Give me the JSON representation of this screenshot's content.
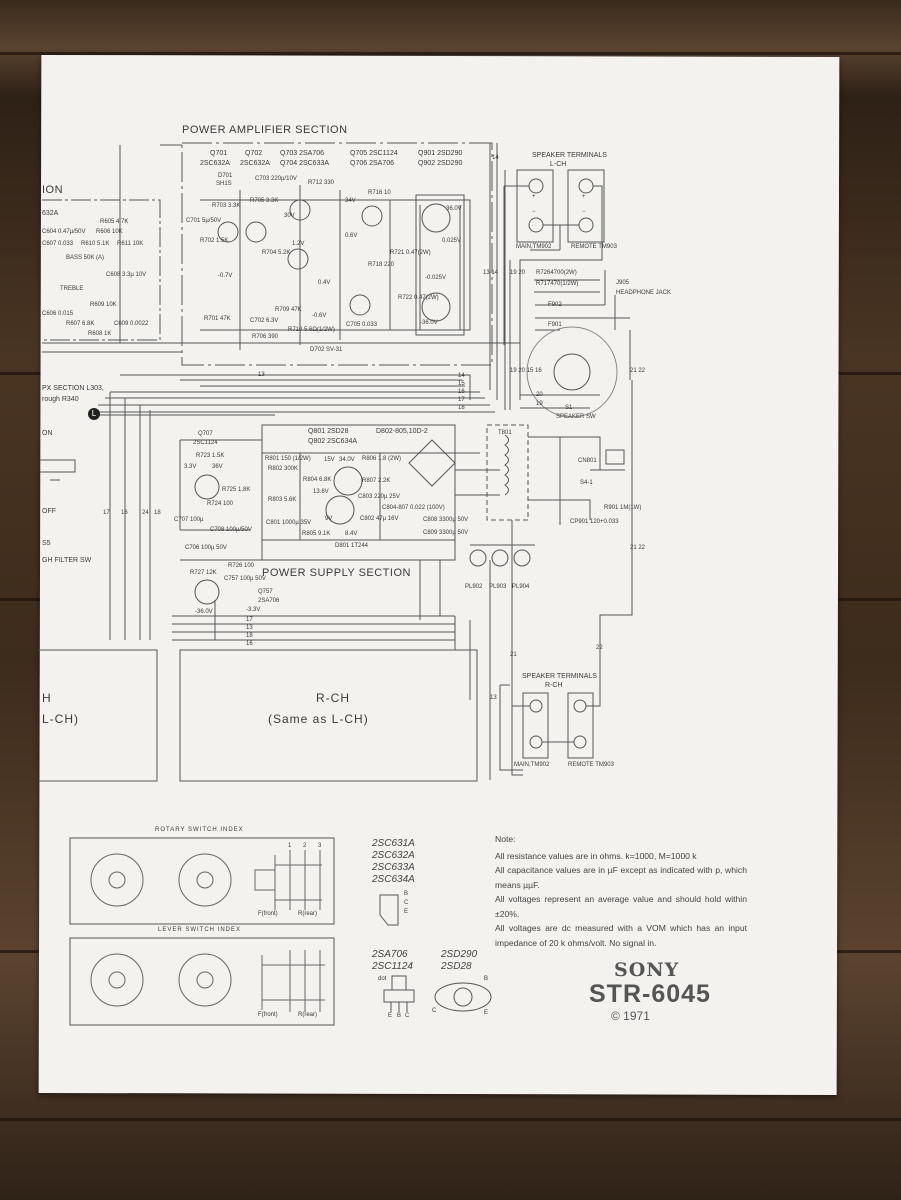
{
  "colors": {
    "paper": "#f3f2ee",
    "ink": "#3a3a3a",
    "wood": "#4a3523"
  },
  "left_fragment": {
    "section": "ION",
    "part": "632A",
    "mpx": "PX SECTION L303,",
    "mpx2": "rough R340",
    "on": "ON",
    "off": "OFF",
    "switch": "S5",
    "filter": "GH FILTER SW",
    "lch_box1": "H",
    "lch_box2": "L-CH)",
    "marker": "L"
  },
  "power_amp": {
    "title": "POWER AMPLIFIER SECTION",
    "transistors": [
      "Q701",
      "2SC632A",
      "Q702",
      "2SC632A",
      "Q703 2SA706",
      "Q704 2SC633A",
      "Q705 2SC1124",
      "Q706 2SA706",
      "Q901 2SD290",
      "Q902 2SD290"
    ],
    "parts": [
      "D701",
      "SH1S",
      "C703 220µ/10V",
      "R712 330",
      "R703 3.3K",
      "R705 3.3K",
      "C701 5µ/50V",
      "R702 1.5K",
      "R704 5.2K",
      "R709 47K",
      "C702 6.3V",
      "R701 47K",
      "R706 390",
      "D702 SV-31",
      "R710 5.6Ω(1/2W)",
      "C705 0.033",
      "R716 10",
      "R718 220",
      "R721 0.47(2W)",
      "R722 0.47(2W)",
      "36.0V",
      "-36.0V",
      "0.025V",
      "-0.025V",
      "-0.7V",
      "0.6V",
      "-0.6V",
      "34V",
      "30V",
      "1.2V",
      "0.4V"
    ]
  },
  "tone": {
    "parts": [
      "R605 4.7K",
      "C604 0.47µ/50V",
      "R606 10K",
      "C607 0.033",
      "R610 5.1K",
      "R611 10K",
      "BASS 50K (A)",
      "TREBLE",
      "C608 3.3µ 10V",
      "R609 10K",
      "R607 6.8K",
      "R608 1K",
      "C609 0.0022",
      "C606 0.015"
    ]
  },
  "power_supply": {
    "title": "POWER SUPPLY SECTION",
    "transistors": [
      "Q801 2SD28",
      "Q802 2SC634A",
      "D802-805,10D-2"
    ],
    "parts": [
      "R801 150 (1/2W)",
      "R802 300K",
      "R804 6.8K",
      "R803 5.6K",
      "R806 1.8 (2W)",
      "R807 2.2K",
      "C803 220µ 25V",
      "C802 47µ 16V",
      "C804-807 0.022 (100V)",
      "C801 1000µ 35V",
      "R805 9.1K",
      "D801 1T244",
      "C808 3300µ 50V",
      "C809 3300µ 50V",
      "T801",
      "CN801",
      "S4-1",
      "CP901 120+0.033",
      "R901 1M(1W)",
      "15V",
      "34.0V",
      "13.6V",
      "9V",
      "8.4V"
    ],
    "lamps": [
      "PL902",
      "PL903",
      "PL904"
    ]
  },
  "regulator": {
    "parts": [
      "Q707",
      "2SC1124",
      "R723 1.5K",
      "3.3V",
      "36V",
      "R724 100",
      "R725 1.8K",
      "C708 100µ/50V",
      "C707 100µ",
      "C706 100µ 50V",
      "R727 12K",
      "R726 100",
      "C757 100µ 50V",
      "Q757",
      "2SA706",
      "-36.0V",
      "-3.3V"
    ]
  },
  "speaker_lch": {
    "title": "SPEAKER TERMINALS",
    "sub": "L-CH",
    "main": "MAIN,TM902",
    "remote": "REMOTE TM903",
    "r1": "R7264700(2W)",
    "r2": "R717470(1/2W)",
    "jack": "J905",
    "jack_label": "HEADPHONE JACK",
    "fuse1": "F902",
    "fuse2": "F901",
    "sw": "S1",
    "sw_label": "SPEAKER SW",
    "terminal_marks": [
      "+",
      "−"
    ]
  },
  "speaker_rch": {
    "title": "SPEAKER TERMINALS",
    "sub": "R-CH",
    "main": "MAIN,TM902",
    "remote": "REMOTE TM903"
  },
  "rch_box": {
    "title": "R-CH",
    "subtitle": "(Same as L-CH)"
  },
  "wire_numbers": {
    "top": [
      "14",
      "13 14",
      "19 20",
      "19 20 15 16",
      "21 22"
    ],
    "bus": [
      "13",
      "14",
      "15",
      "16",
      "17",
      "18",
      "19",
      "20"
    ],
    "left": [
      "17",
      "16",
      "24",
      "18"
    ],
    "bottom": [
      "17",
      "13",
      "18",
      "16"
    ],
    "right": [
      "21",
      "22",
      "21 22",
      "13"
    ]
  },
  "switch_index": {
    "rotary": "ROTARY SWITCH INDEX",
    "lever": "LEVER SWITCH INDEX",
    "front": "F(front)",
    "rear": "R(rear)",
    "deck": [
      "1",
      "2",
      "3"
    ]
  },
  "transistor_pinouts": {
    "group1": [
      "2SC631A",
      "2SC632A",
      "2SC633A",
      "2SC634A"
    ],
    "group1_pins": [
      "B",
      "C",
      "E"
    ],
    "group2": [
      "2SA706",
      "2SC1124"
    ],
    "group2_pins": [
      "E",
      "B",
      "C"
    ],
    "group2_dot": "dot",
    "group3": [
      "2SD290",
      "2SD28"
    ],
    "group3_pins": [
      "B",
      "C",
      "E"
    ]
  },
  "note": {
    "title": "Note:",
    "lines": [
      "All resistance values are in ohms. k=1000, M=1000 k",
      "All capacitance values are in µF except as indicated with p, which means µµF.",
      "All voltages represent an average value and should hold within ±20%.",
      "All voltages are dc measured with a VOM which has an input impedance of 20 k ohms/volt. No signal in."
    ]
  },
  "brand": {
    "logo": "SONY",
    "model": "STR-6045",
    "copyright": "© 1971"
  }
}
